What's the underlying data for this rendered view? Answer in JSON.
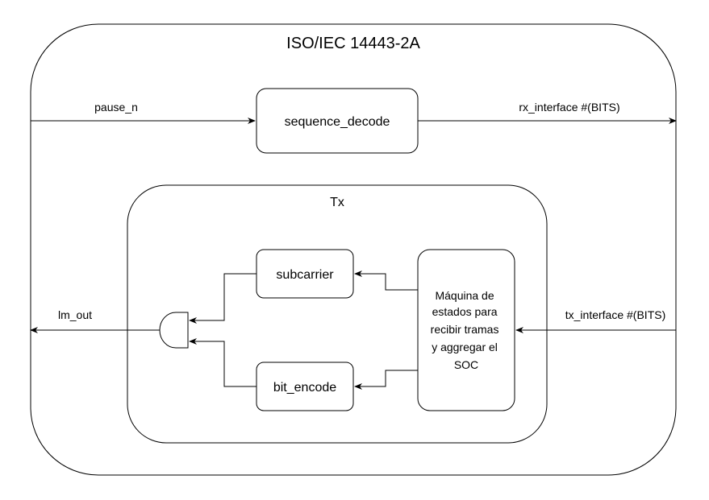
{
  "diagram": {
    "outer_title": "ISO/IEC 14443-2A",
    "tx_title": "Tx",
    "blocks": {
      "sequence_decode": "sequence_decode",
      "subcarrier": "subcarrier",
      "bit_encode": "bit_encode",
      "fsm_lines": [
        "Máquina de",
        "estados para",
        "recibir tramas",
        "y aggregar el",
        "SOC"
      ]
    },
    "signals": {
      "pause_n": "pause_n",
      "rx_interface": "rx_interface #(BITS)",
      "tx_interface": "tx_interface #(BITS)",
      "lm_out": "lm_out"
    }
  }
}
